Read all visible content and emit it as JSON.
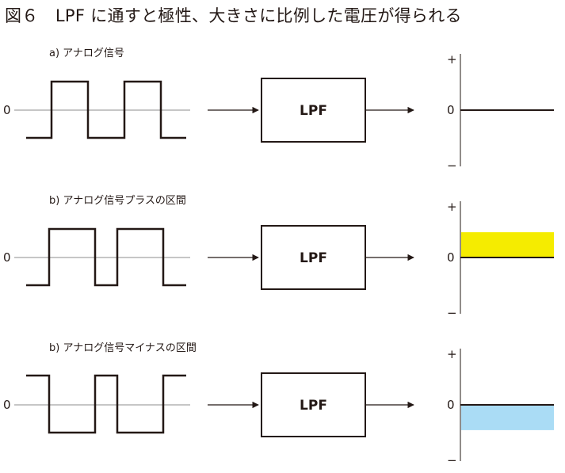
{
  "figure": {
    "title": "図６　LPF に通すと極性、大きさに比例した電圧が得られる"
  },
  "colors": {
    "ink": "#231815",
    "axis_gray": "#8c8c8c",
    "positive_fill": "#f5ec00",
    "negative_fill": "#aadcf5"
  },
  "sections": [
    {
      "label": "a) アナログ信号",
      "zero_label": "0",
      "block_label": "LPF",
      "plus_label": "+",
      "minus_label": "−",
      "waveform": "symmetric",
      "output_level": 0,
      "output_color": "none"
    },
    {
      "label": "b) アナログ信号プラスの区間",
      "zero_label": "0",
      "block_label": "LPF",
      "plus_label": "+",
      "minus_label": "−",
      "waveform": "positive-duty",
      "output_level": 0.42,
      "output_color": "positive_fill"
    },
    {
      "label": "b) アナログ信号マイナスの区間",
      "zero_label": "0",
      "block_label": "LPF",
      "plus_label": "+",
      "minus_label": "−",
      "waveform": "negative-duty",
      "output_level": -0.42,
      "output_color": "negative_fill"
    }
  ]
}
